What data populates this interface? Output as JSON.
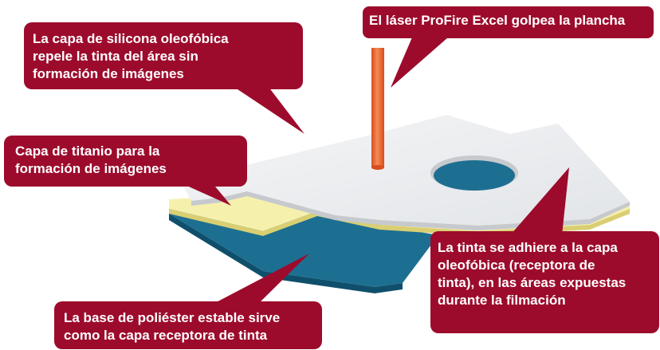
{
  "colors": {
    "callout": "#9d0b2c",
    "top_layer": "#eef0f2",
    "top_edge": "#c6c9cd",
    "titanium": "#f6f0ad",
    "titanium_edge": "#d9cf72",
    "base": "#1d6f92",
    "base_edge": "#0f4f6b",
    "laser": "#ef6a33"
  },
  "callouts": {
    "silicone": [
      "La capa de silicona oleofóbica",
      "repele la tinta del área sin",
      "formación de imágenes"
    ],
    "laser": [
      "El láser ProFire Excel golpea la plancha"
    ],
    "titanium": [
      "Capa de titanio para la",
      "formación de imágenes"
    ],
    "ink": [
      "La tinta se adhiere a la capa",
      "oleofóbica (receptora de",
      "tinta), en las áreas expuestas",
      "durante la filmación"
    ],
    "polyester": [
      "La base de poliéster estable sirve",
      "como la capa receptora de tinta"
    ]
  }
}
